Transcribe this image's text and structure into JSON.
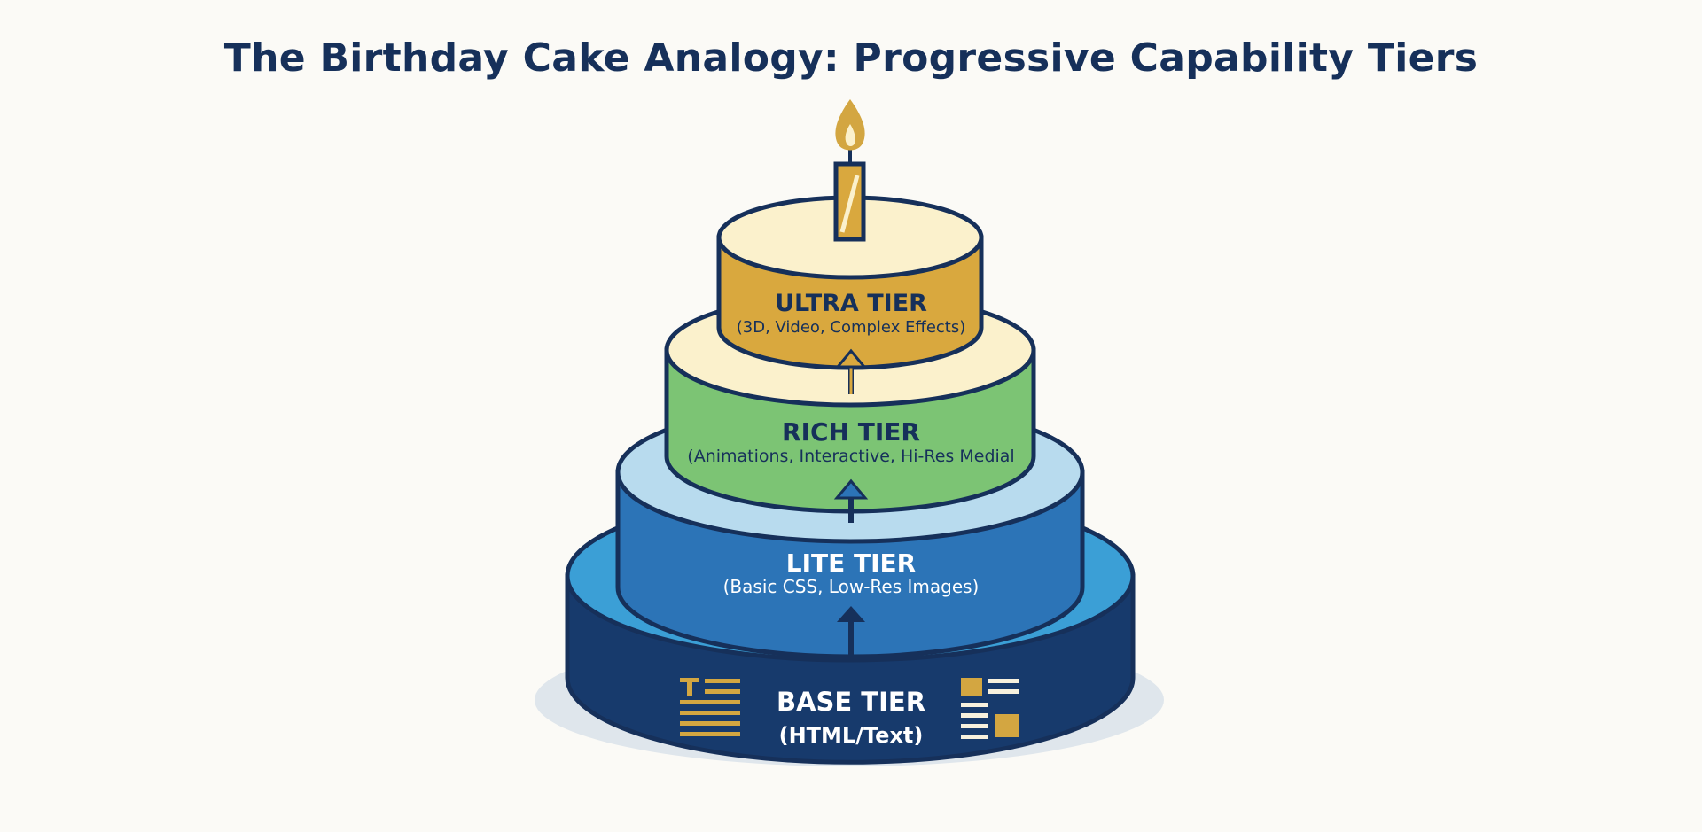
{
  "title": "The Birthday Cake Analogy: Progressive Capability Tiers",
  "tiers": [
    {
      "name": "BASE TIER",
      "description": "(HTML/Text)",
      "color": "#173a6c",
      "top_color": "#3b9fd6"
    },
    {
      "name": "LITE TIER",
      "description": "(Basic CSS, Low-Res Images)",
      "color": "#2c74b7",
      "top_color": "#b8dbee"
    },
    {
      "name": "RICH TIER",
      "description": "(Animations, Interactive, Hi-Res Medial",
      "color": "#7cc474",
      "top_color": "#fbf1cc"
    },
    {
      "name": "ULTRA TIER",
      "description": "(3D, Video, Complex Effects)",
      "color": "#d9a83e",
      "top_color": "#fbf1cc"
    }
  ],
  "colors": {
    "outline": "#16305a",
    "accent_gold": "#d3a641",
    "background": "#fbfaf6"
  },
  "icons": {
    "base_left": "text-document-icon",
    "base_right": "layout-grid-icon",
    "candle": "candle-icon"
  }
}
